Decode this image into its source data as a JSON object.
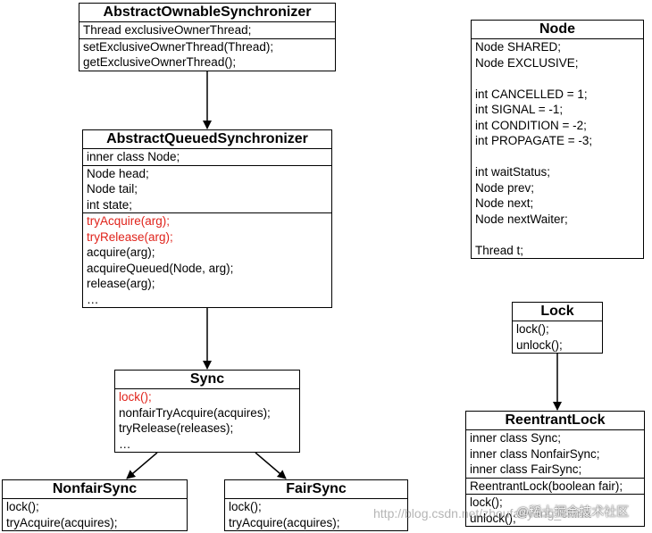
{
  "classes": {
    "aos": {
      "title": "AbstractOwnableSynchronizer",
      "sections": [
        [
          {
            "text": "Thread exclusiveOwnerThread;"
          }
        ],
        [
          {
            "text": "setExclusiveOwnerThread(Thread);"
          },
          {
            "text": "getExclusiveOwnerThread();"
          }
        ]
      ]
    },
    "aqs": {
      "title": "AbstractQueuedSynchronizer",
      "sections": [
        [
          {
            "text": "inner class Node;"
          }
        ],
        [
          {
            "text": "Node head;"
          },
          {
            "text": "Node tail;"
          },
          {
            "text": "int state;"
          }
        ],
        [
          {
            "text": "tryAcquire(arg);",
            "red": true
          },
          {
            "text": "tryRelease(arg);",
            "red": true
          },
          {
            "text": "acquire(arg);"
          },
          {
            "text": "acquireQueued(Node, arg);"
          },
          {
            "text": "release(arg);"
          },
          {
            "text": "…"
          }
        ]
      ]
    },
    "sync": {
      "title": "Sync",
      "sections": [
        [
          {
            "text": "lock();",
            "red": true
          },
          {
            "text": "nonfairTryAcquire(acquires);"
          },
          {
            "text": "tryRelease(releases);"
          },
          {
            "text": "…"
          }
        ]
      ]
    },
    "nonfair": {
      "title": "NonfairSync",
      "sections": [
        [
          {
            "text": "lock();"
          },
          {
            "text": "tryAcquire(acquires);"
          }
        ]
      ]
    },
    "fair": {
      "title": "FairSync",
      "sections": [
        [
          {
            "text": "lock();"
          },
          {
            "text": "tryAcquire(acquires);"
          }
        ]
      ]
    },
    "node": {
      "title": "Node",
      "sections": [
        [
          {
            "text": "Node SHARED;"
          },
          {
            "text": "Node EXCLUSIVE;"
          },
          {
            "text": ""
          },
          {
            "text": "int CANCELLED = 1;"
          },
          {
            "text": "int SIGNAL = -1;"
          },
          {
            "text": "int CONDITION = -2;"
          },
          {
            "text": "int PROPAGATE = -3;"
          },
          {
            "text": ""
          },
          {
            "text": "int waitStatus;"
          },
          {
            "text": "Node prev;"
          },
          {
            "text": "Node next;"
          },
          {
            "text": "Node nextWaiter;"
          },
          {
            "text": ""
          },
          {
            "text": "Thread t;"
          }
        ]
      ]
    },
    "lock": {
      "title": "Lock",
      "sections": [
        [
          {
            "text": "lock();"
          },
          {
            "text": "unlock();"
          }
        ]
      ]
    },
    "reentrant": {
      "title": "ReentrantLock",
      "sections": [
        [
          {
            "text": "inner class Sync;"
          },
          {
            "text": "inner class NonfairSync;"
          },
          {
            "text": "inner class FairSync;"
          }
        ],
        [
          {
            "text": "ReentrantLock(boolean fair);"
          }
        ],
        [
          {
            "text": "lock();"
          },
          {
            "text": "unlock();"
          }
        ]
      ]
    }
  },
  "watermark": {
    "url": "http://blog.csdn.net/zhoufanyang_china",
    "site": "@稀土掘金技术社区"
  }
}
